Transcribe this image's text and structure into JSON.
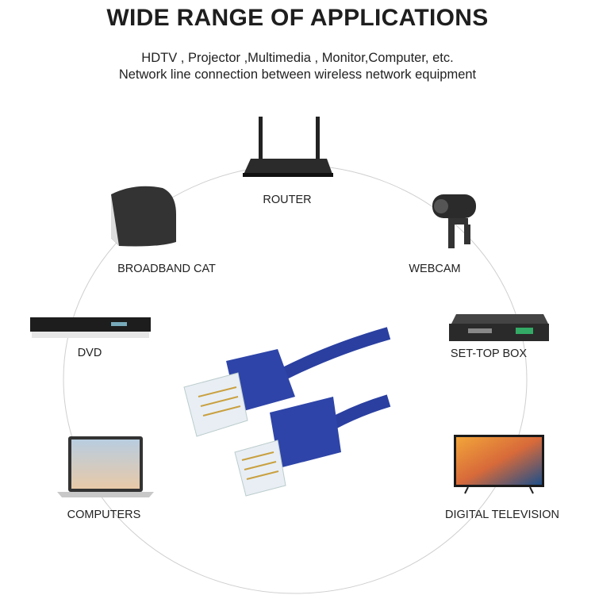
{
  "header": {
    "title": "WIDE RANGE OF APPLICATIONS",
    "subtitle_line1": "HDTV , Projector ,Multimedia , Monitor,Computer, etc.",
    "subtitle_line2": "Network line connection between wireless network equipment"
  },
  "devices": {
    "router": "ROUTER",
    "broadband": "BROADBAND CAT",
    "webcam": "WEBCAM",
    "dvd": "DVD",
    "settop": "SET-TOP BOX",
    "computers": "COMPUTERS",
    "tv": "DIGITAL TELEVISION"
  },
  "colors": {
    "cable": "#2a3fa0",
    "device": "#2b2b2b"
  }
}
